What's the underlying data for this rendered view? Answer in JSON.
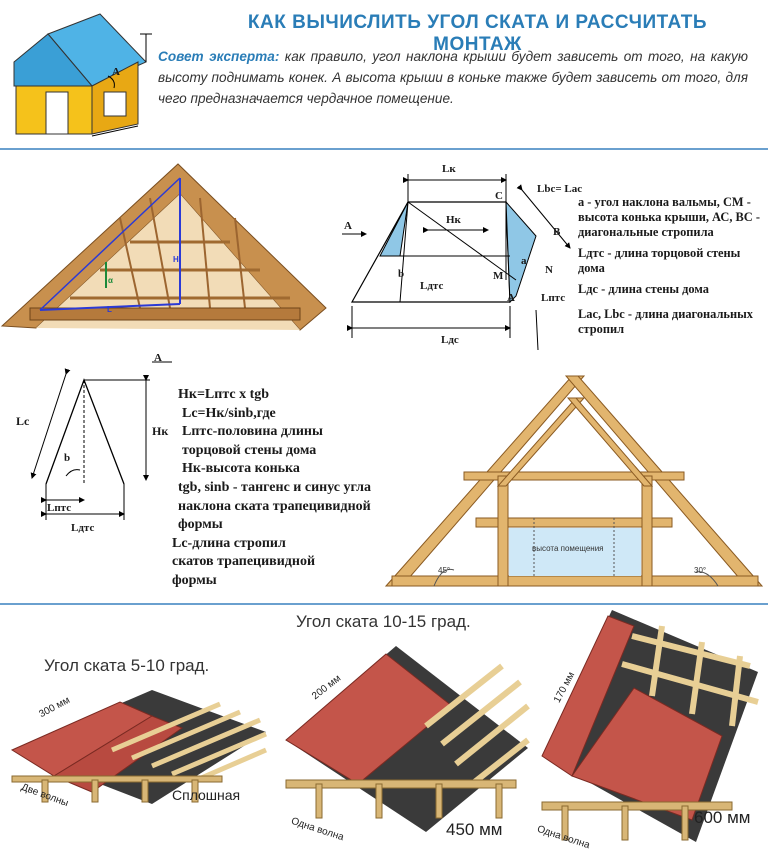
{
  "title": "КАК ВЫЧИСЛИТЬ УГОЛ СКАТА И РАССЧИТАТЬ МОНТАЖ",
  "tip": {
    "label": "Совет эксперта:",
    "text": " как правило, угол наклона крыши будет зависеть от того, на какую высоту поднимать конек. А высота крыши в коньке также будет зависеть от того, для чего предназначается  чердачное помещение."
  },
  "house_label": "A",
  "attic_labels": {
    "h": "H",
    "a": "α",
    "l": "L"
  },
  "hip_diagram": {
    "lk": "Lк",
    "hk": "Нк",
    "ldtc": "Lдтс",
    "ldc": "Lдс",
    "a": "A",
    "b": "b",
    "c": "C",
    "lbc": "Lbc= Lac",
    "bb": "B",
    "m": "M",
    "n": "N",
    "alpha": "a",
    "aa": "A",
    "lnts": "Lптс"
  },
  "legend": [
    "a - угол наклона вальмы, СМ - высота конька крыши, АС, ВС - диагональные стропила",
    "Lдтс - длина торцовой стены дома",
    "Lдс - длина  стены дома",
    "Lac, Lbc - длина диагональных стропил"
  ],
  "triangle": {
    "a": "A",
    "lc": "Lc",
    "hk": "Нк",
    "b": "b",
    "lpts": "Lптс",
    "ldts": "Lдтс"
  },
  "formulas": [
    "Нк=Lптс х tgb",
    "Lc=Нк/sinb,где",
    "Lптс-половина длины",
    "торцовой стены дома",
    "Нк-высота конька",
    "tgb, sinb - тангенс  и синус угла",
    "наклона ската трапецивидной",
    "формы",
    "Lc-длина стропил",
    "скатов трапецивидной",
    "формы"
  ],
  "truss": {
    "room": "высота помещения",
    "a45": "45°",
    "a30": "30°"
  },
  "slopes": {
    "header_10_15": "Угол ската 10-15 град.",
    "header_5_10": "Угол ската 5-10 град.",
    "r1_mm": "300 мм",
    "r1_waves": "Две волны",
    "r1_type": "Сплошная",
    "r2_mm": "200 мм",
    "r2_waves": "Одна волна",
    "r2_step": "450 мм",
    "r3_mm": "170 мм",
    "r3_waves": "Одна волна",
    "r3_step": "600 мм"
  }
}
